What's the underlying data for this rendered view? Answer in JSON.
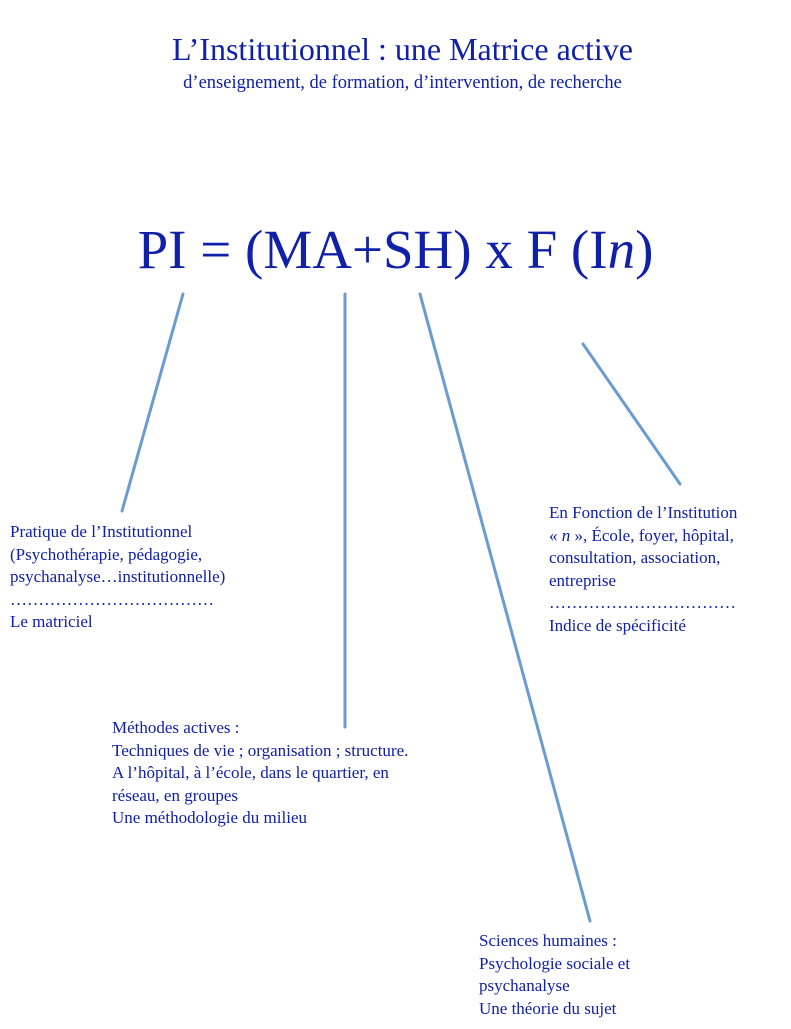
{
  "header": {
    "title": "L’Institutionnel : une Matrice active",
    "subtitle": "d’enseignement, de formation, d’intervention, de recherche"
  },
  "formula": {
    "prefix": "PI = (MA+SH) x F (I",
    "italic": "n",
    "suffix": ")"
  },
  "colors": {
    "text": "#1020a8",
    "connector": "#6a9bd1"
  },
  "blocks": {
    "pratique": {
      "lines": [
        "Pratique de l’Institutionnel",
        "(Psychothérapie, pédagogie,",
        "psychanalyse…institutionnelle)",
        "………………………………",
        "Le matriciel"
      ]
    },
    "methodes": {
      "lines": [
        "Méthodes actives :",
        "Techniques de vie ; organisation ; structure.",
        "A l’hôpital, à l’école, dans le quartier, en",
        "réseau, en groupes",
        "Une méthodologie du milieu"
      ]
    },
    "sciences": {
      "lines": [
        "Sciences humaines :",
        "Psychologie sociale et",
        "psychanalyse",
        "Une théorie du sujet"
      ]
    },
    "fonction": {
      "line1": "En Fonction de l’Institution",
      "line2_open": "« ",
      "line2_n": "n",
      "line2_rest": " », École, foyer, hôpital,",
      "lines": [
        "consultation, association,",
        "entreprise",
        "……………………………",
        "Indice de spécificité"
      ]
    }
  }
}
